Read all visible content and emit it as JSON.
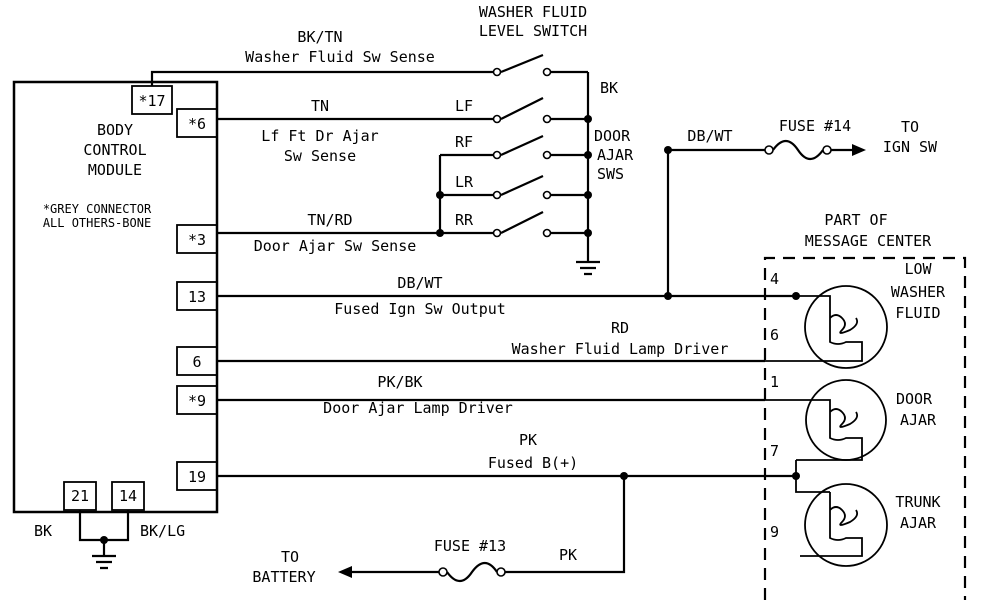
{
  "switch_title": [
    "WASHER FLUID",
    "LEVEL SWITCH"
  ],
  "bcm": {
    "title": [
      "BODY",
      "CONTROL",
      "MODULE"
    ],
    "note": [
      "*GREY CONNECTOR",
      "ALL OTHERS-BONE"
    ],
    "pins": [
      "*17",
      "*6",
      "*3",
      "13",
      "6",
      "*9",
      "19",
      "21",
      "14"
    ]
  },
  "wires": {
    "bktn_color": "BK/TN",
    "bktn_desc": "Washer Fluid Sw Sense",
    "tn_color": "TN",
    "tn_desc": [
      "Lf Ft Dr Ajar",
      "Sw Sense"
    ],
    "tnrd_color": "TN/RD",
    "tnrd_desc": "Door Ajar Sw Sense",
    "dbwt_color": "DB/WT",
    "dbwt_desc": "Fused Ign Sw Output",
    "rd_color": "RD",
    "rd_desc": "Washer Fluid Lamp Driver",
    "pkbk_color": "PK/BK",
    "pkbk_desc": "Door Ajar Lamp Driver",
    "pk_color": "PK",
    "pk_desc": "Fused B(+)",
    "dbwt_top": "DB/WT",
    "bk_right": "BK",
    "bk_left": "BK",
    "bklg": "BK/LG",
    "pk_bottom": "PK"
  },
  "switch_labels": [
    "LF",
    "RF",
    "LR",
    "RR"
  ],
  "door_ajar_sws": [
    "DOOR",
    "AJAR",
    "SWS"
  ],
  "fuse14": {
    "label": "FUSE #14",
    "dest": [
      "TO",
      "IGN SW"
    ]
  },
  "fuse13": {
    "label": "FUSE #13",
    "dest": [
      "TO",
      "BATTERY"
    ]
  },
  "message_center": {
    "title": [
      "PART OF",
      "MESSAGE CENTER"
    ],
    "pins": [
      "4",
      "6",
      "1",
      "7",
      "9"
    ],
    "lamps": [
      [
        "LOW",
        "WASHER",
        "FLUID"
      ],
      [
        "DOOR",
        "AJAR"
      ],
      [
        "TRUNK",
        "AJAR"
      ]
    ]
  }
}
